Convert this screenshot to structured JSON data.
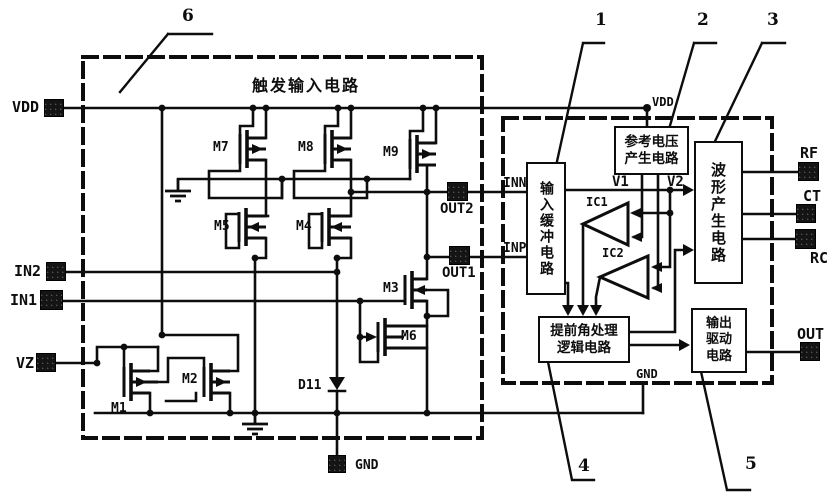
{
  "diagram": {
    "type": "circuit-schematic",
    "ink_color": "#0d0d0d",
    "paper_color": "#ffffff",
    "left_box": {
      "title": "触发输入电路",
      "callout": "6",
      "pins": {
        "vdd": "VDD",
        "in2": "IN2",
        "in1": "IN1",
        "vz": "VZ",
        "gnd": "GND",
        "out2": "OUT2",
        "out1": "OUT1"
      },
      "devices": {
        "m1": "M1",
        "m2": "M2",
        "m3": "M3",
        "m4": "M4",
        "m5": "M5",
        "m6": "M6",
        "m7": "M7",
        "m8": "M8",
        "m9": "M9",
        "d11": "D11"
      }
    },
    "right_box": {
      "callouts": {
        "c1": "1",
        "c2": "2",
        "c3": "3",
        "c4": "4",
        "c5": "5"
      },
      "blocks": {
        "input_buffer_vertical": "输入缓冲电路",
        "reference_line1": "参考电压",
        "reference_line2": "产生电路",
        "waveform_vertical": "波形产生电路",
        "logic_line1": "提前角处理",
        "logic_line2": "逻辑电路",
        "driver_line1": "输出",
        "driver_line2": "驱动",
        "driver_line3": "电路"
      },
      "nets": {
        "inn": "INN",
        "inp": "INP",
        "v1": "V1",
        "v2": "V2",
        "vdd": "VDD",
        "gnd": "GND"
      },
      "comparators": {
        "ic1": "IC1",
        "ic2": "IC2"
      },
      "pins": {
        "rf": "RF",
        "ct": "CT",
        "rc": "RC",
        "out": "OUT"
      }
    }
  }
}
